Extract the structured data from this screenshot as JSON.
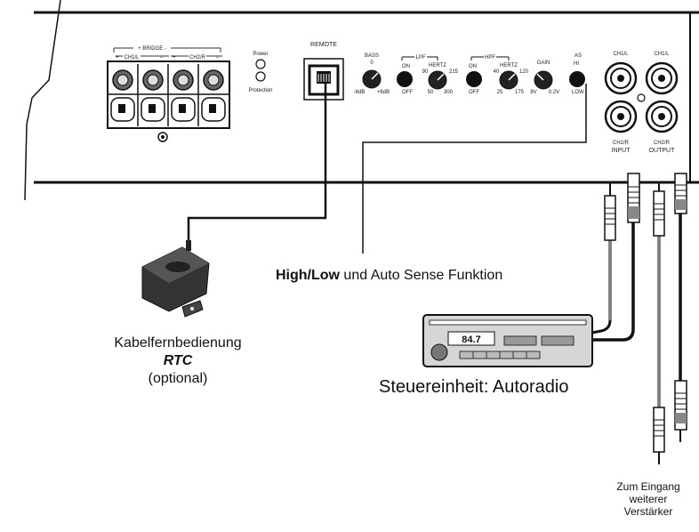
{
  "amp": {
    "bridge": "+ BRIDGE -",
    "ch1l": "CH1/L",
    "ch2r": "CH2/R",
    "power": "Power",
    "protection": "Protection",
    "remote": "REMOTE",
    "bass": "BASS",
    "bass_zero": "0",
    "bass_min": "-6dB",
    "bass_max": "+6dB",
    "lpf": "LPF",
    "hpf": "HPF",
    "on": "ON",
    "off": "OFF",
    "hertz": "HERTZ",
    "lpf_50": "50",
    "lpf_90": "90",
    "lpf_225": "225",
    "lpf_300": "300",
    "hpf_25": "25",
    "hpf_40": "40",
    "hpf_120": "120",
    "hpf_175": "175",
    "gain": "GAIN",
    "gain_min": "8V",
    "gain_max": "0.2V",
    "as": "AS",
    "hi": "HI",
    "low": "LOW",
    "in_ch1": "CH1/L",
    "in_ch2": "CH2/R",
    "input": "INPUT",
    "out_ch1": "CH1/L",
    "out_ch2": "CH2/R",
    "output": "OUTPUT"
  },
  "labels": {
    "highlow_bold": "High/Low",
    "highlow_rest": " und Auto Sense Funktion",
    "remote_line1": "Kabelfernbedienung",
    "remote_line2": "RTC",
    "remote_line3": "(optional)",
    "head_unit": "Steuereinheit: Autoradio",
    "radio_display": "84.7",
    "further_1": "Zum Eingang",
    "further_2": "weiterer",
    "further_3": "Verstärker"
  }
}
